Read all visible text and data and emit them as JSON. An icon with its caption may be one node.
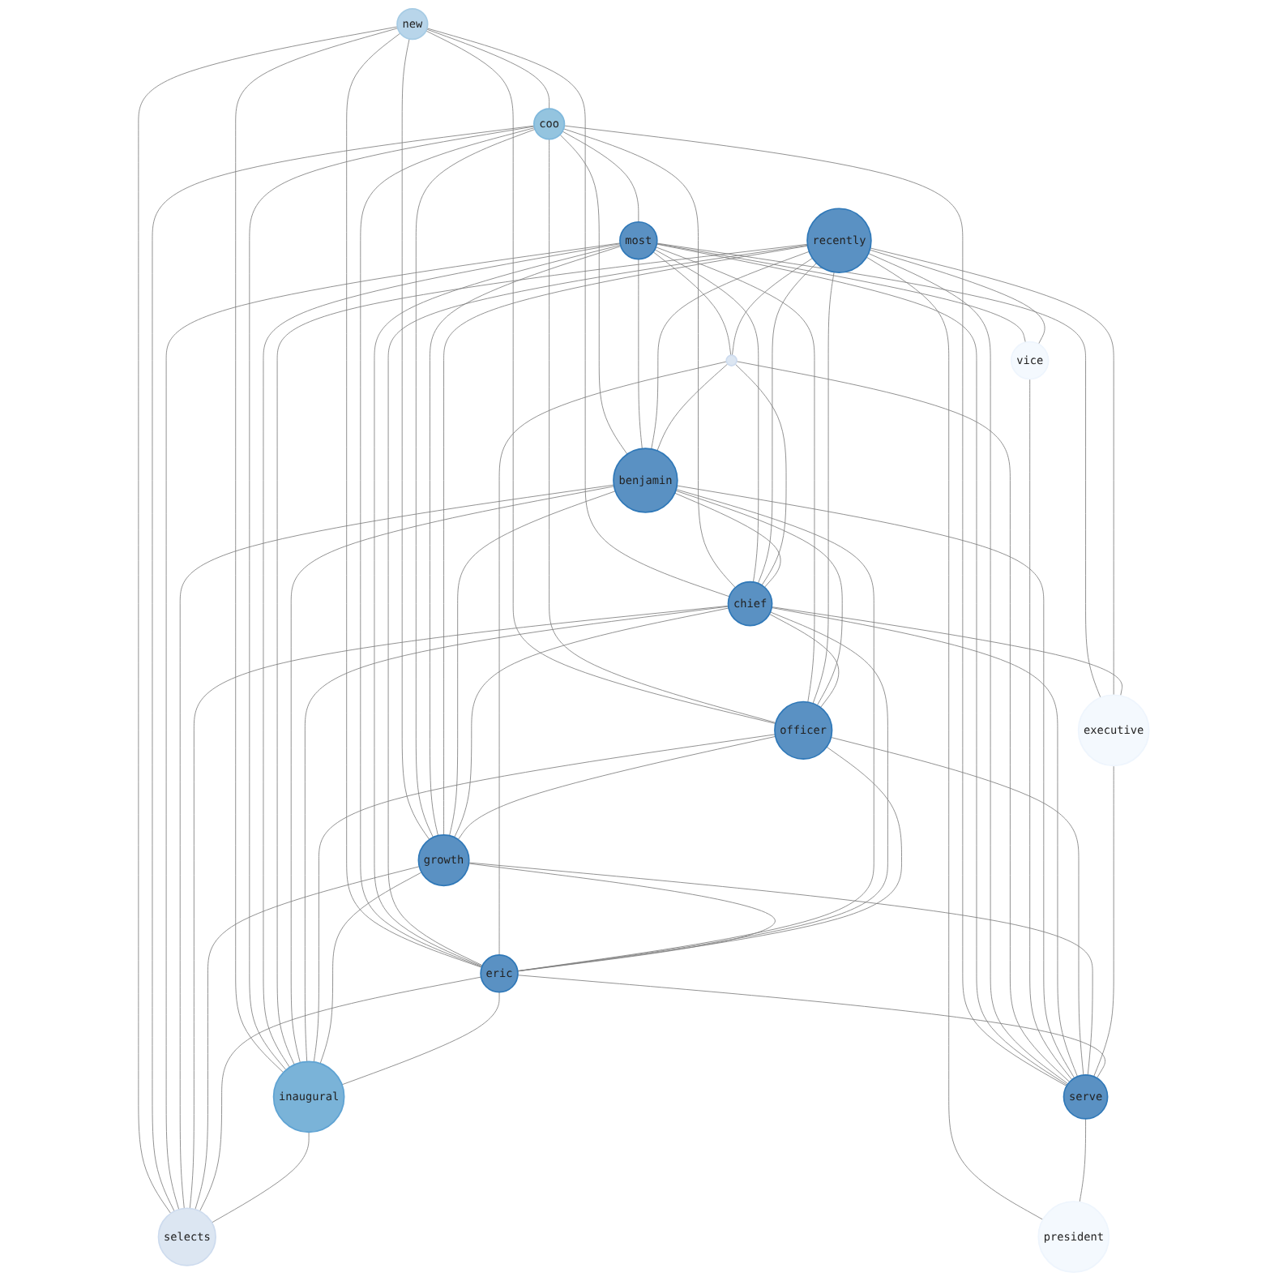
{
  "diagram": {
    "nodes": [
      {
        "text": [
          "coo"
        ]
      },
      {
        "text": [
          "new"
        ]
      },
      {
        "text": [
          "most"
        ]
      },
      {
        "text": [
          "recently"
        ]
      },
      {
        "text": [],
        "shape": "circle"
      },
      {
        "text": [
          "vice"
        ]
      },
      {
        "text": [
          "benjamin"
        ]
      },
      {
        "text": [
          "chief"
        ]
      },
      {
        "text": [
          "officer"
        ]
      },
      {
        "text": [
          "growth"
        ]
      },
      {
        "text": [
          "executive"
        ]
      },
      {
        "text": [
          "eric"
        ]
      },
      {
        "text": [
          "serve"
        ]
      },
      {
        "text": [
          "inaugural"
        ]
      },
      {
        "text": [
          "president"
        ]
      },
      {
        "text": [
          "selects"
        ]
      }
    ],
    "edges": [
      {
        "from": 1,
        "to": 0,
        "arrow": "none"
      },
      {
        "from": 1,
        "to": 13,
        "arrow": "none"
      },
      {
        "from": 1,
        "to": 9,
        "arrow": "none"
      },
      {
        "from": 1,
        "to": 15,
        "arrow": "none"
      },
      {
        "from": 1,
        "to": 11,
        "arrow": "none"
      },
      {
        "from": 1,
        "to": 7,
        "arrow": "none"
      },
      {
        "from": 1,
        "to": 8,
        "arrow": "none"
      },
      {
        "from": 0,
        "to": 2,
        "arrow": "none"
      },
      {
        "from": 0,
        "to": 6,
        "arrow": "none"
      },
      {
        "from": 0,
        "to": 9,
        "arrow": "none"
      },
      {
        "from": 0,
        "to": 11,
        "arrow": "none"
      },
      {
        "from": 0,
        "to": 15,
        "arrow": "none"
      },
      {
        "from": 0,
        "to": 7,
        "arrow": "none"
      },
      {
        "from": 0,
        "to": 8,
        "arrow": "none"
      },
      {
        "from": 0,
        "to": 12,
        "arrow": "none"
      },
      {
        "from": 0,
        "to": 13,
        "arrow": "none"
      },
      {
        "from": 2,
        "to": 4,
        "arrow": "none"
      },
      {
        "from": 2,
        "to": 5,
        "arrow": "none"
      },
      {
        "from": 2,
        "to": 10,
        "arrow": "none"
      },
      {
        "from": 2,
        "to": 6,
        "arrow": "none"
      },
      {
        "from": 2,
        "to": 9,
        "arrow": "none"
      },
      {
        "from": 2,
        "to": 7,
        "arrow": "none"
      },
      {
        "from": 2,
        "to": 8,
        "arrow": "none"
      },
      {
        "from": 2,
        "to": 12,
        "arrow": "none"
      },
      {
        "from": 2,
        "to": 11,
        "arrow": "none"
      },
      {
        "from": 2,
        "to": 15,
        "arrow": "none"
      },
      {
        "from": 2,
        "to": 13,
        "arrow": "none"
      },
      {
        "from": 3,
        "to": 4,
        "arrow": "none"
      },
      {
        "from": 3,
        "to": 5,
        "arrow": "none"
      },
      {
        "from": 3,
        "to": 14,
        "arrow": "none"
      },
      {
        "from": 3,
        "to": 9,
        "arrow": "none"
      },
      {
        "from": 3,
        "to": 10,
        "arrow": "none"
      },
      {
        "from": 3,
        "to": 13,
        "arrow": "none"
      },
      {
        "from": 3,
        "to": 11,
        "arrow": "none"
      },
      {
        "from": 3,
        "to": 7,
        "arrow": "none"
      },
      {
        "from": 3,
        "to": 8,
        "arrow": "none"
      },
      {
        "from": 3,
        "to": 12,
        "arrow": "none"
      },
      {
        "from": 3,
        "to": 6,
        "arrow": "none"
      },
      {
        "from": 4,
        "to": 6,
        "arrow": "none"
      },
      {
        "from": 4,
        "to": 7,
        "arrow": "none"
      },
      {
        "from": 4,
        "to": 11,
        "arrow": "none"
      },
      {
        "from": 4,
        "to": 12,
        "arrow": "none"
      },
      {
        "from": 5,
        "to": 12,
        "arrow": "none"
      },
      {
        "from": 6,
        "to": 7,
        "arrow": "none"
      },
      {
        "from": 6,
        "to": 9,
        "arrow": "none"
      },
      {
        "from": 6,
        "to": 13,
        "arrow": "none"
      },
      {
        "from": 6,
        "to": 15,
        "arrow": "none"
      },
      {
        "from": 6,
        "to": 11,
        "arrow": "none"
      },
      {
        "from": 6,
        "to": 12,
        "arrow": "none"
      },
      {
        "from": 6,
        "to": 8,
        "arrow": "none"
      },
      {
        "from": 7,
        "to": 8,
        "arrow": "none"
      },
      {
        "from": 7,
        "to": 9,
        "arrow": "none"
      },
      {
        "from": 7,
        "to": 10,
        "arrow": "none"
      },
      {
        "from": 7,
        "to": 13,
        "arrow": "none"
      },
      {
        "from": 7,
        "to": 11,
        "arrow": "none"
      },
      {
        "from": 7,
        "to": 12,
        "arrow": "none"
      },
      {
        "from": 7,
        "to": 15,
        "arrow": "none"
      },
      {
        "from": 8,
        "to": 9,
        "arrow": "none"
      },
      {
        "from": 8,
        "to": 11,
        "arrow": "none"
      },
      {
        "from": 8,
        "to": 13,
        "arrow": "none"
      },
      {
        "from": 8,
        "to": 12,
        "arrow": "none"
      },
      {
        "from": 9,
        "to": 11,
        "arrow": "none"
      },
      {
        "from": 9,
        "to": 15,
        "arrow": "none"
      },
      {
        "from": 9,
        "to": 12,
        "arrow": "none"
      },
      {
        "from": 9,
        "to": 13,
        "arrow": "none"
      },
      {
        "from": 10,
        "to": 12,
        "arrow": "none"
      },
      {
        "from": 11,
        "to": 13,
        "arrow": "none"
      },
      {
        "from": 11,
        "to": 15,
        "arrow": "none"
      },
      {
        "from": 11,
        "to": 12,
        "arrow": "none"
      },
      {
        "from": 13,
        "to": 15,
        "arrow": "none"
      },
      {
        "from": 12,
        "to": 14,
        "arrow": "none"
      }
    ]
  }
}
